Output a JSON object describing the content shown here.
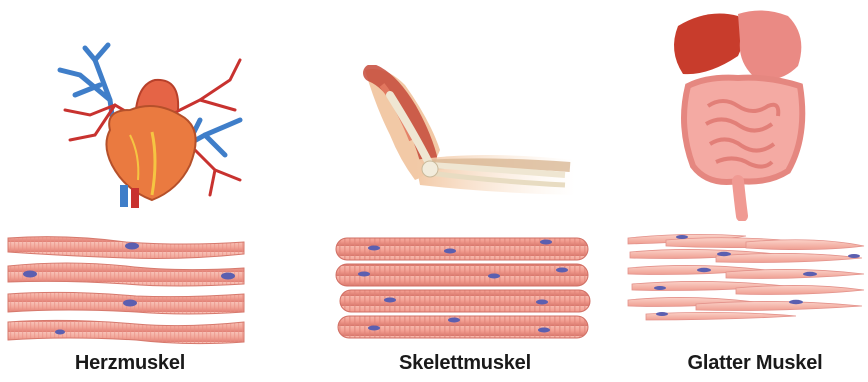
{
  "panels": [
    {
      "label": "Herzmuskel",
      "organ_icon": "heart-icon",
      "tissue": "cardiac-muscle-fibers"
    },
    {
      "label": "Skelettmuskel",
      "organ_icon": "arm-elbow-icon",
      "tissue": "skeletal-muscle-fibers"
    },
    {
      "label": "Glatter Muskel",
      "organ_icon": "digestive-organs-icon",
      "tissue": "smooth-muscle-cells"
    }
  ],
  "colors": {
    "fiber": "#f3a79a",
    "fiber_dark": "#e07f74",
    "nucleus": "#5b5fb0",
    "vein": "#3f7ec9",
    "artery": "#c8322f",
    "heart": "#e06a3c",
    "liver": "#c83c2c",
    "intestine": "#f09a93"
  }
}
